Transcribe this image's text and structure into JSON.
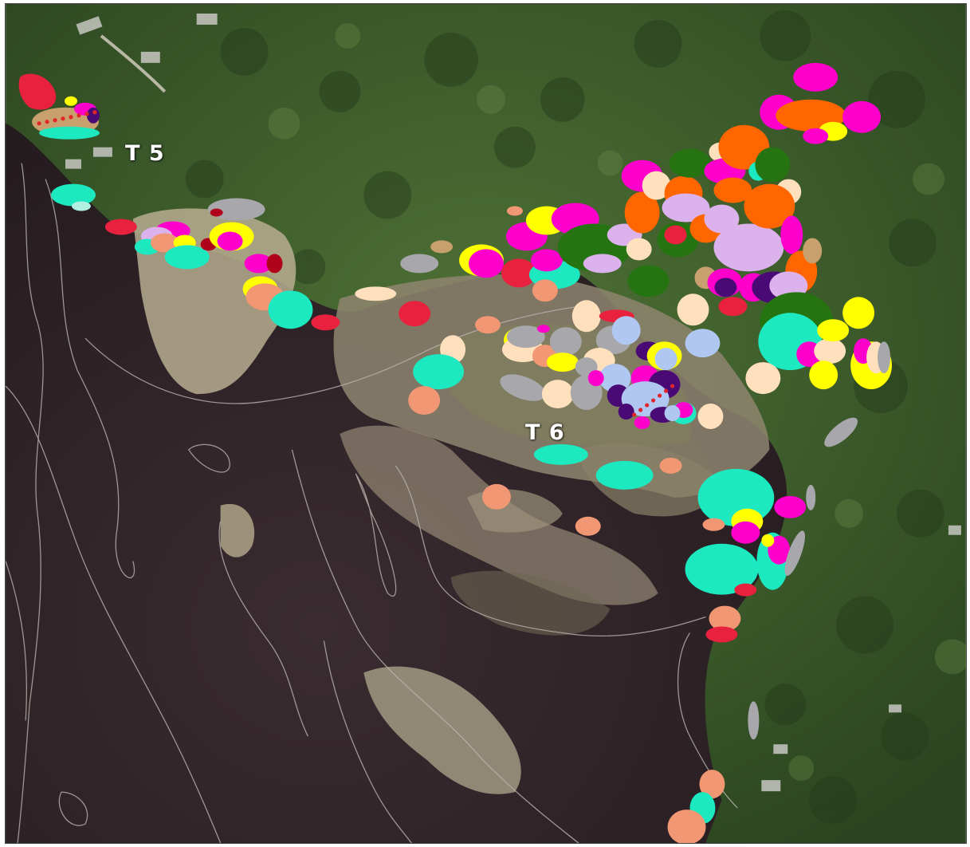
{
  "map": {
    "type": "aerial-photo-overlay",
    "colors": {
      "forest": "#2f4a22",
      "forest_light": "#4c6d35",
      "water": "#2c2226",
      "water_deep": "#221a1e",
      "marsh": "#a59a7e",
      "sand": "#c9bea0",
      "contour_line": "#b9b4ae",
      "transect_dots": "#e1262b"
    },
    "patch_palette": [
      "#ff00cc",
      "#ff6600",
      "#267312",
      "#ffff00",
      "#1de9c1",
      "#f29774",
      "#e8213f",
      "#dcb2ec",
      "#ffe0bc",
      "#a8a8ac",
      "#b0c7f2",
      "#4a0a76",
      "#b0021a",
      "#c8a06e"
    ]
  },
  "labels": {
    "t5": "T 5",
    "t6": "T 6"
  }
}
